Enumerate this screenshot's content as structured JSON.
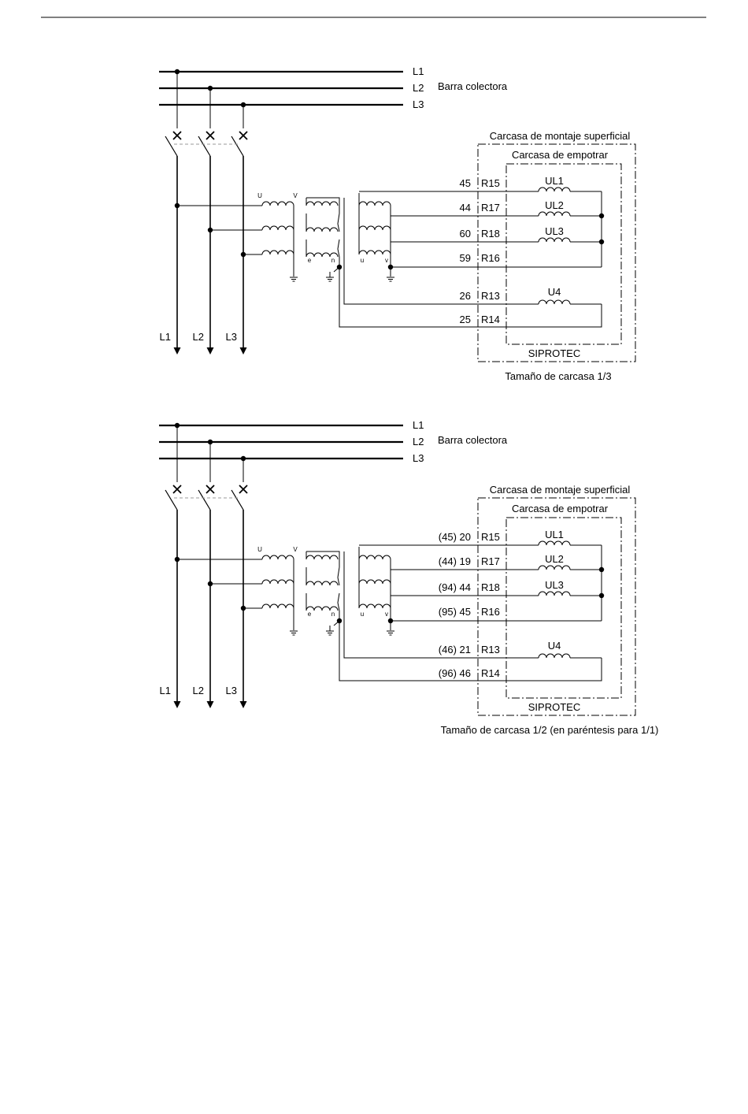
{
  "diagrams": [
    {
      "phases": [
        "L1",
        "L2",
        "L3"
      ],
      "busbar_label": "Barra colectora",
      "housing_surface_label": "Carcasa de montaje superficial",
      "housing_flush_label": "Carcasa de empotrar",
      "device_label": "SIPROTEC",
      "caption": "Tamaño de carcasa 1/3",
      "vt_primary_terminals": [
        "U",
        "V"
      ],
      "vt_open_delta_terminals": [
        "e",
        "n"
      ],
      "vt_secondary_terminals": [
        "u",
        "v"
      ],
      "terminal_pins": [
        "45",
        "44",
        "60",
        "59",
        "26",
        "25"
      ],
      "terminal_refs": [
        "R15",
        "R17",
        "R18",
        "R16",
        "R13",
        "R14"
      ],
      "inputs": [
        "UL1",
        "UL2",
        "UL3",
        "U4"
      ]
    },
    {
      "phases": [
        "L1",
        "L2",
        "L3"
      ],
      "busbar_label": "Barra colectora",
      "housing_surface_label": "Carcasa de montaje superficial",
      "housing_flush_label": "Carcasa de empotrar",
      "device_label": "SIPROTEC",
      "caption": "Tamaño de carcasa 1/2 (en paréntesis para 1/1)",
      "vt_primary_terminals": [
        "U",
        "V"
      ],
      "vt_open_delta_terminals": [
        "e",
        "n"
      ],
      "vt_secondary_terminals": [
        "u",
        "v"
      ],
      "terminal_pins": [
        "(45) 20",
        "(44) 19",
        "(94) 44",
        "(95) 45",
        "(46) 21",
        "(96) 46"
      ],
      "terminal_refs": [
        "R15",
        "R17",
        "R18",
        "R16",
        "R13",
        "R14"
      ],
      "inputs": [
        "UL1",
        "UL2",
        "UL3",
        "U4"
      ]
    }
  ]
}
